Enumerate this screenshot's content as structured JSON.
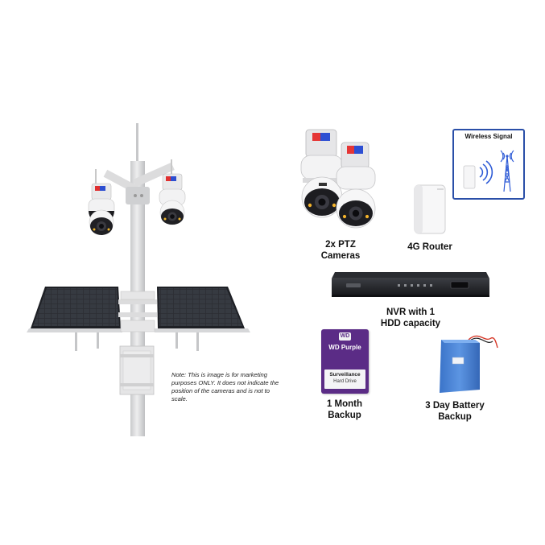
{
  "note": "Note: This is image is for marketing purposes ONLY. It does not indicate the position of the cameras and is not to scale.",
  "wireless_signal": {
    "title": "Wireless Signal"
  },
  "components": {
    "cameras": {
      "line1": "2x PTZ",
      "line2": "Cameras"
    },
    "router": {
      "label": "4G Router"
    },
    "nvr": {
      "line1": "NVR with 1",
      "line2": "HDD capacity"
    },
    "hdd": {
      "line1": "1 Month",
      "line2": "Backup",
      "brand": "WD",
      "product": "WD Purple",
      "sub1": "Surveillance",
      "sub2": "Hard Drive"
    },
    "battery": {
      "line1": "3 Day Battery",
      "line2": "Backup"
    }
  },
  "colors": {
    "pole": "#d9dadb",
    "panel": "#2a2d33",
    "hdd_purple": "#5b2c86",
    "battery_blue": "#4b86d6",
    "frame_blue": "#2a4fa8"
  }
}
